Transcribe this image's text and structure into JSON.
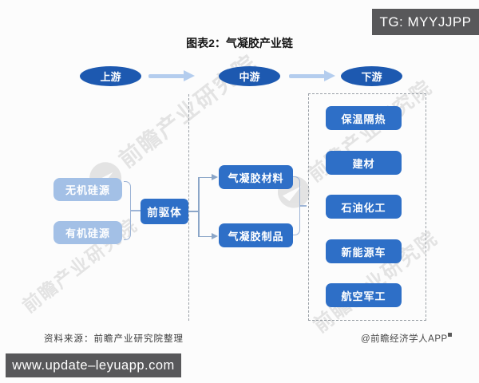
{
  "overlays": {
    "tg_badge": "TG: MYYJJPP",
    "url_bar": "www.update–leyuapp.com"
  },
  "title": "图表2：气凝胶产业链",
  "stages": [
    {
      "label": "上游"
    },
    {
      "label": "中游"
    },
    {
      "label": "下游"
    }
  ],
  "upstream": {
    "sources": [
      "无机硅源",
      "有机硅源"
    ],
    "precursor": "前驱体"
  },
  "midstream": {
    "items": [
      "气凝胶材料",
      "气凝胶制品"
    ]
  },
  "downstream": {
    "items": [
      "保温隔热",
      "建材",
      "石油化工",
      "新能源车",
      "航空军工"
    ]
  },
  "footer": {
    "source": "资料来源：前瞻产业研究院整理",
    "credit": "@前瞻经济学人APP"
  },
  "watermark": {
    "text": "前瞻产业研究院"
  },
  "colors": {
    "stage_ellipse_blue": "#1d59b0",
    "box_blue": "#2e6fc7",
    "light_box_blue": "#a3c0e6",
    "arrow_light_blue": "#b4cdee",
    "connector_blue_gray": "#8ba6c8",
    "dashed_gray": "#9aa0a6",
    "overlay_bar_gray": "#58585a"
  }
}
